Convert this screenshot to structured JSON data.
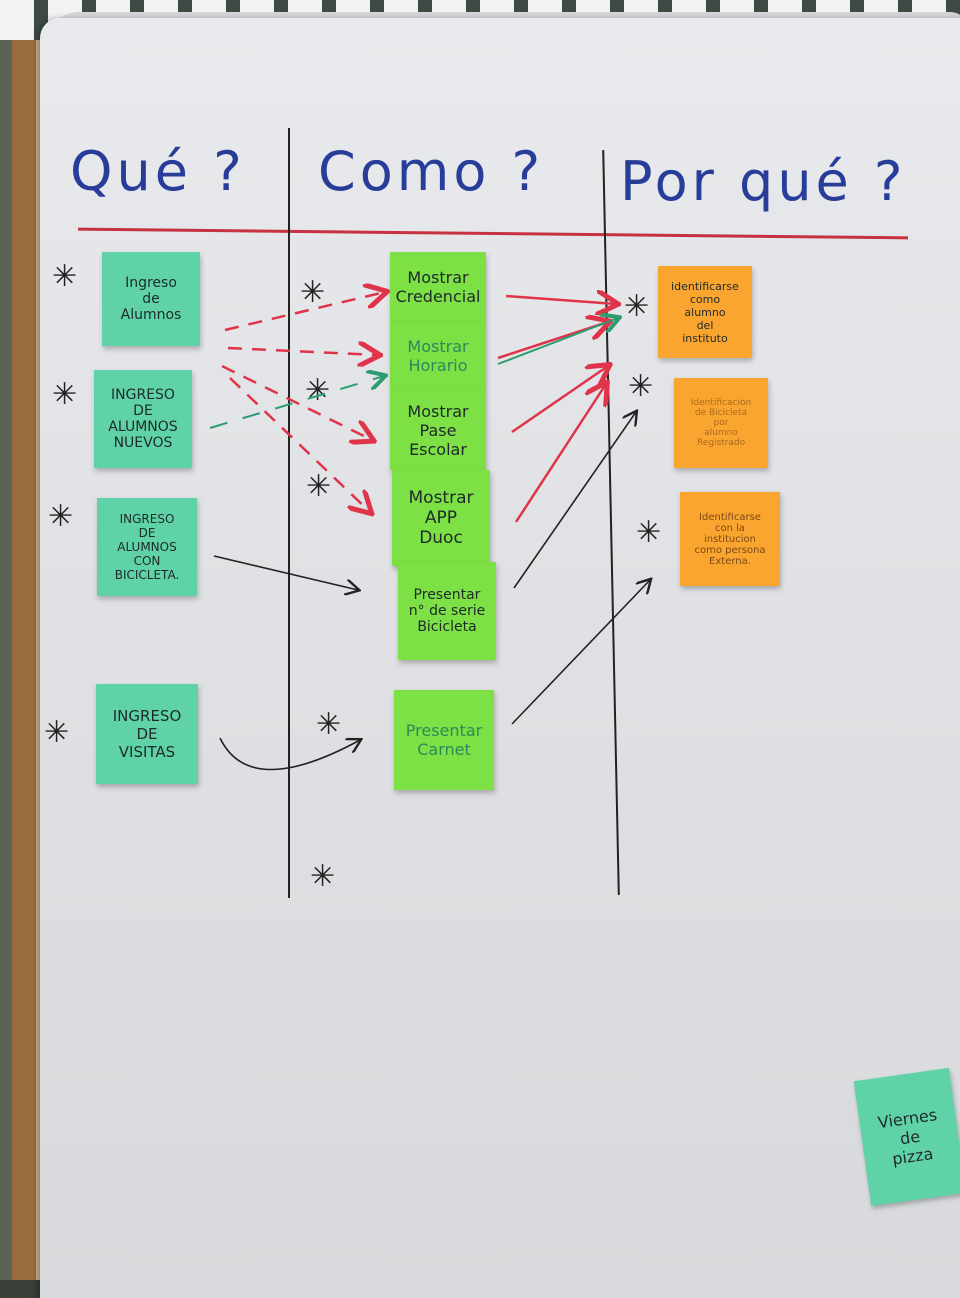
{
  "headings": {
    "que": "Qué ?",
    "como": "Como ?",
    "por_que": "Por qué ?"
  },
  "que_notes": [
    "Ingreso\nde\nAlumnos",
    "INGRESO\nDE\nALUMNOS\nNUEVOS",
    "INGRESO\nDE\nALUMNOS\nCON\nBICICLETA.",
    "INGRESO\nDE\nVISITAS"
  ],
  "como_notes": [
    "Mostrar\nCredencial",
    "Mostrar\nHorario",
    "Mostrar\nPase\nEscolar",
    "Mostrar\nAPP\nDuoc",
    "Presentar\nn° de serie\nBicicleta",
    "Presentar\nCarnet"
  ],
  "por_que_notes": [
    "identificarse\ncomo\nalumno\ndel\ninstituto",
    "Identificacion\nde Bicicleta\npor\nalumno\nRegistrado",
    "Identificarse\ncon la\ninstitucion\ncomo persona\nExterna."
  ],
  "pizza_note": "Viernes\nde\npizza",
  "star_symbol": "✳",
  "colors": {
    "heading_ink": "#283c9a",
    "divider_red": "#c8313f",
    "teal_note": "#5fd3a7",
    "lime_note": "#7de045",
    "orange_note": "#fba531",
    "arrow_red": "#e0344a",
    "arrow_green": "#2a9d70",
    "arrow_black": "#222222"
  }
}
